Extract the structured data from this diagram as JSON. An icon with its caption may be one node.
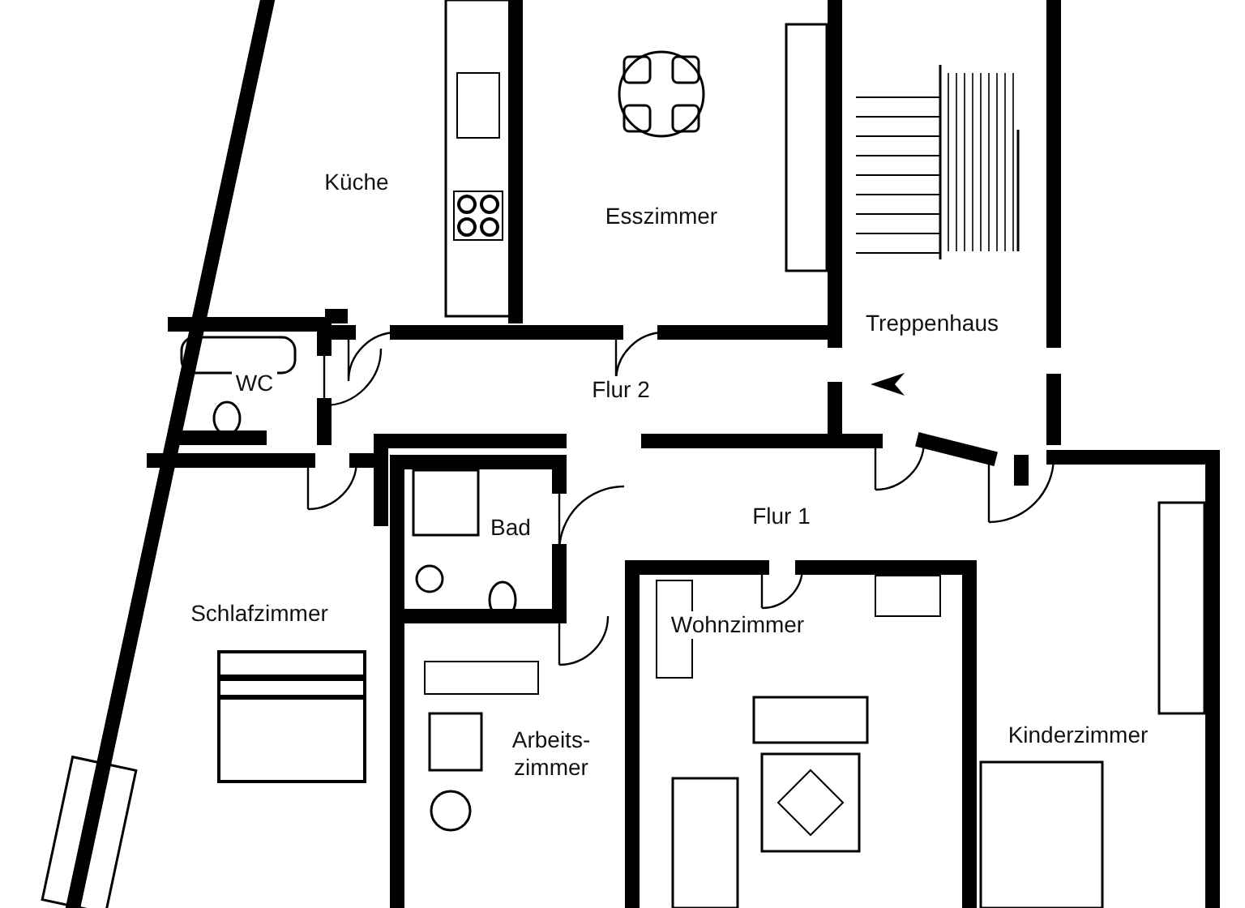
{
  "diagram": {
    "nodes": [
      {
        "text": [
          "Küche"
        ]
      },
      {
        "text": [
          "Esszimmer"
        ]
      },
      {
        "text": [
          "Treppenhaus"
        ]
      },
      {
        "text": [
          "WC"
        ]
      },
      {
        "text": [
          "Flur 2"
        ]
      },
      {
        "text": [
          "Flur 1"
        ]
      },
      {
        "text": [
          "Bad"
        ]
      },
      {
        "text": [
          "Schlafzimmer"
        ]
      },
      {
        "text": [
          "Arbeits- zimmer"
        ]
      },
      {
        "text": [
          "Wohnzimmer"
        ]
      },
      {
        "text": [
          "Kinderzimmer"
        ]
      }
    ],
    "edges": []
  }
}
